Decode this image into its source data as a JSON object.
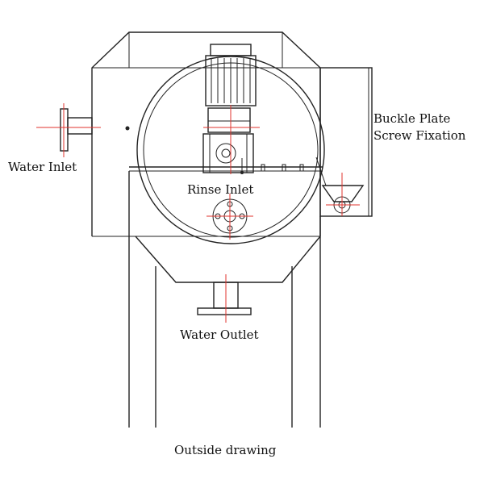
{
  "labels": {
    "water_inlet": "Water Inlet",
    "rinse_inlet": "Rinse Inlet",
    "water_outlet": "Water Outlet",
    "buckle_plate_line1": "Buckle Plate",
    "buckle_plate_line2": "Screw Fixation",
    "caption": "Outside drawing"
  },
  "colors": {
    "line": "#222222",
    "centerline": "#e0332d",
    "background": "#ffffff"
  }
}
